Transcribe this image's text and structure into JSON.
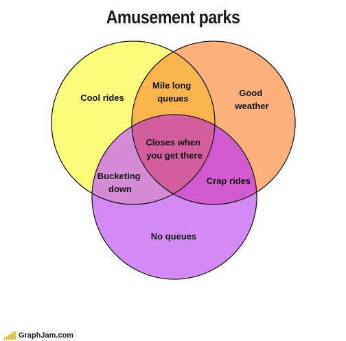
{
  "title": "Amusement parks",
  "colors": {
    "cool_rides": "#fafa7a",
    "good_weather": "#fdb07a",
    "no_queues": "#d48af5",
    "overlap_ab": "#f9b44c",
    "overlap_ac": "#d48ad4",
    "overlap_bc": "#d25ad1",
    "overlap_abc": "#d25e9e",
    "outline": "#1a1a1a",
    "footer_bars": "#f2b300"
  },
  "regions": {
    "a": "Cool rides",
    "b": [
      "Good",
      "weather"
    ],
    "c": "No queues",
    "ab": [
      "Mile long",
      "queues"
    ],
    "ac": [
      "Bucketing",
      "down"
    ],
    "bc": "Crap rides",
    "abc": [
      "Closes when",
      "you get there"
    ]
  },
  "footer": {
    "site": "GraphJam.com"
  }
}
